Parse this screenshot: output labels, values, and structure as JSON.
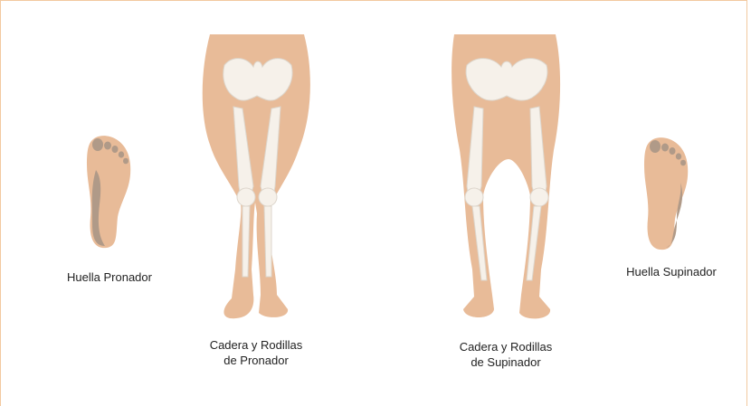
{
  "colors": {
    "skin": "#e8bb98",
    "skin_shadow": "#d9a983",
    "bone": "#f6f1ea",
    "bone_edge": "#ddd6cc",
    "foot_contact": "#b09a88",
    "frame_border": "#f2c9a0"
  },
  "labels": {
    "pronator_footprint": "Huella Pronador",
    "pronator_legs_line1": "Cadera y Rodillas",
    "pronator_legs_line2": "de Pronador",
    "supinator_legs_line1": "Cadera y Rodillas",
    "supinator_legs_line2": "de Supinador",
    "supinator_footprint": "Huella Supinador"
  }
}
